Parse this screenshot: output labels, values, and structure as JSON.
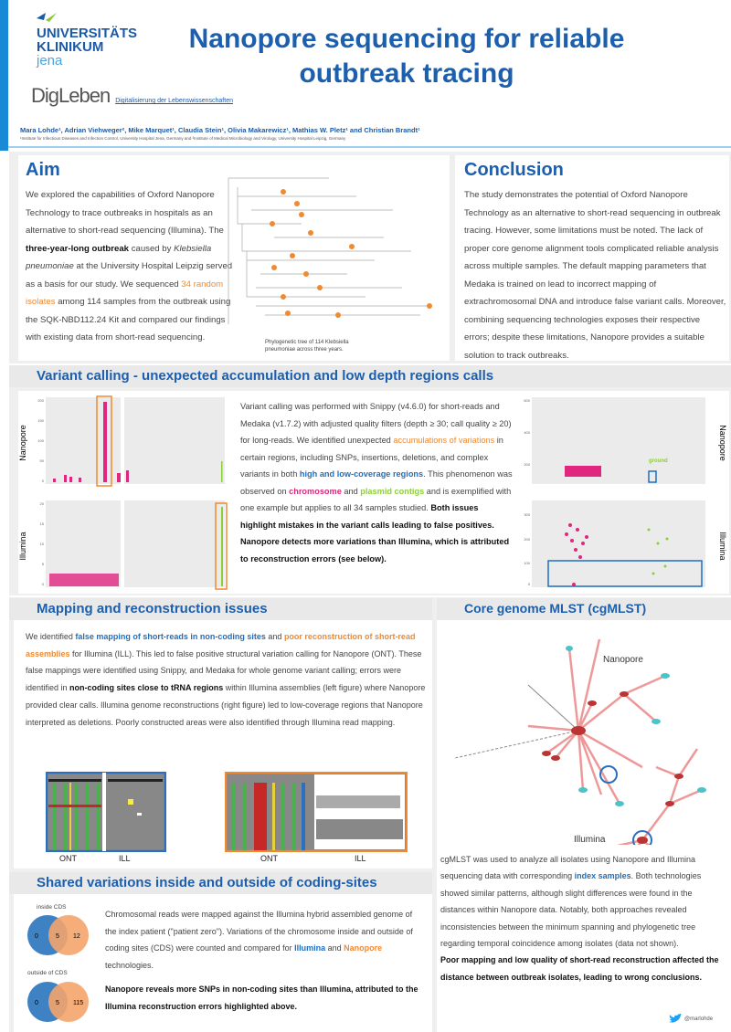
{
  "header": {
    "logo_lines": [
      "UNIVERSITÄTS",
      "KLINIKUM",
      "jena"
    ],
    "title_line1": "Nanopore sequencing for reliable",
    "title_line2": "outbreak tracing",
    "digleben": "DigLeben",
    "digleben_sub": "Digitalisierung der Lebenswissenschaften",
    "authors": "Mara Lohde¹, Adrian Viehweger², Mike Marquet¹, Claudia Stein¹, Olivia Makarewicz¹, Mathias W. Pletz¹ and Christian Brandt¹",
    "affiliation": "¹Institute for Infectious Diseases and Infection Control, University Hospital Jena, Germany and ²Institute of Medical Microbiology and Virology, University Hospital Leipzig, Germany"
  },
  "aim": {
    "heading": "Aim",
    "p1": "We explored the capabilities of Oxford Nanopore Technology to trace outbreaks in hospitals as an alternative to short-read sequencing (Illumina). The ",
    "b1": "three-year-long outbreak",
    "p2": " caused by ",
    "i1": "Klebsiella pneumoniae",
    "p3": " at the University Hospital Leipzig served as a basis for our study. We sequenced ",
    "h1": "34 random isolates",
    "p4": " among 114 samples from the outbreak using the SQK-NBD112.24 Kit and compared our findings with existing data from short-read sequencing.",
    "caption": "Phylogenetic tree of 114 Klebsiella pneumoniae across three years."
  },
  "conclusion": {
    "heading": "Conclusion",
    "text": "The study demonstrates the potential of Oxford Nanopore Technology as an alternative to short-read sequencing in outbreak tracing. However, some limitations must be noted. The lack of proper core genome alignment tools complicated reliable analysis across multiple samples. The default mapping parameters that Medaka is trained on lead to incorrect mapping of extrachromosomal DNA and introduce false variant calls. Moreover, combining sequencing technologies exposes their respective errors; despite these limitations, Nanopore provides a suitable solution to track outbreaks."
  },
  "variant": {
    "heading": "Variant calling - unexpected accumulation and low depth regions calls",
    "p1": "Variant calling was performed with Snippy (v4.6.0) for short-reads and Medaka (v1.7.2) with adjusted quality filters (depth ≥ 30; call quality ≥ 20) for long-reads. We identified unexpected ",
    "h1": "accumulations of variations",
    "p2": " in certain regions, including SNPs, insertions, deletions, and complex variants in both ",
    "h2": "high and low-coverage regions",
    "p3": ". This phenomenon was observed on ",
    "h3": "chromosome",
    "p4": " and ",
    "h4": "plasmid contigs",
    "p5": " and is exemplified with one example but applies to all 34 samples studied. ",
    "b1": "Both issues highlight mistakes in the variant calls leading to false positives. Nanopore detects more variations than Illumina, which is attributed to reconstruction errors (see below).",
    "left_labels": [
      "Nanopore",
      "Illumina"
    ],
    "left_ticks_top": [
      "200",
      "150",
      "100",
      "50",
      "0"
    ],
    "left_ticks_bottom": [
      "20",
      "15",
      "10",
      "5",
      "0"
    ],
    "right_labels": [
      "Nanopore",
      "Illumina"
    ],
    "right_ticks_top": [
      "600",
      "400",
      "200"
    ],
    "right_ticks_bottom": [
      "300",
      "200",
      "100",
      "0"
    ],
    "right_tag": "ground"
  },
  "mapping": {
    "heading": "Mapping and reconstruction issues",
    "p1": "We identified ",
    "h1": "false mapping of short-reads in non-coding sites",
    "p2": " and ",
    "h2": "poor reconstruction of short-read assemblies",
    "p3": " for Illumina (ILL). This led to false positive structural variation calling for Nanopore (ONT). These false mappings were identified using Snippy, and Medaka for whole genome variant calling; errors were identified in ",
    "b1": "non-coding sites close to tRNA regions",
    "p4": " within Illumina assemblies (left figure) where Nanopore provided clear calls. Illumina genome reconstructions (right figure) led to low-coverage regions that Nanopore interpreted as deletions. Poorly constructed areas were also identified through Illumina read mapping.",
    "labels": [
      "ONT",
      "ILL",
      "ONT",
      "ILL"
    ]
  },
  "shared": {
    "heading": "Shared variations inside and outside of coding-sites",
    "venn1_label": "inside CDS",
    "venn1": [
      "0",
      "5",
      "12"
    ],
    "venn2_label": "outside of CDS",
    "venn2": [
      "0",
      "5",
      "115"
    ],
    "p1": "Chromosomal reads were mapped against the Illumina hybrid assembled genome of the index patient (\"patient zero\"). Variations of the chromosome inside and outside of coding sites (CDS) were counted and compared for ",
    "h1": "Illumina",
    "p2": " and ",
    "h2": "Nanopore",
    "p3": " technologies.",
    "b1": "Nanopore reveals more SNPs in non-coding sites than Illumina, attributed to the Illumina reconstruction errors highlighted above."
  },
  "cgmlst": {
    "heading": "Core genome MLST  (cgMLST)",
    "label_nanopore": "Nanopore",
    "label_illumina": "Illumina",
    "p1": "cgMLST was used to analyze all isolates using Nanopore and Illumina sequencing data with corresponding ",
    "h1": "index samples",
    "p2": ". Both technologies showed similar patterns, although slight differences were found in the distances within Nanopore data. Notably, both approaches revealed inconsistencies between the minimum spanning and phylogenetic tree regarding temporal coincidence among isolates (data not shown).",
    "b1": "Poor mapping and low quality of short-read reconstruction affected the distance between outbreak isolates, leading to wrong conclusions.",
    "twitter": "@marlohde"
  },
  "colors": {
    "blue": "#1c5fae",
    "orange": "#f08a32",
    "pink": "#e0267f",
    "green": "#8ccf3a"
  }
}
